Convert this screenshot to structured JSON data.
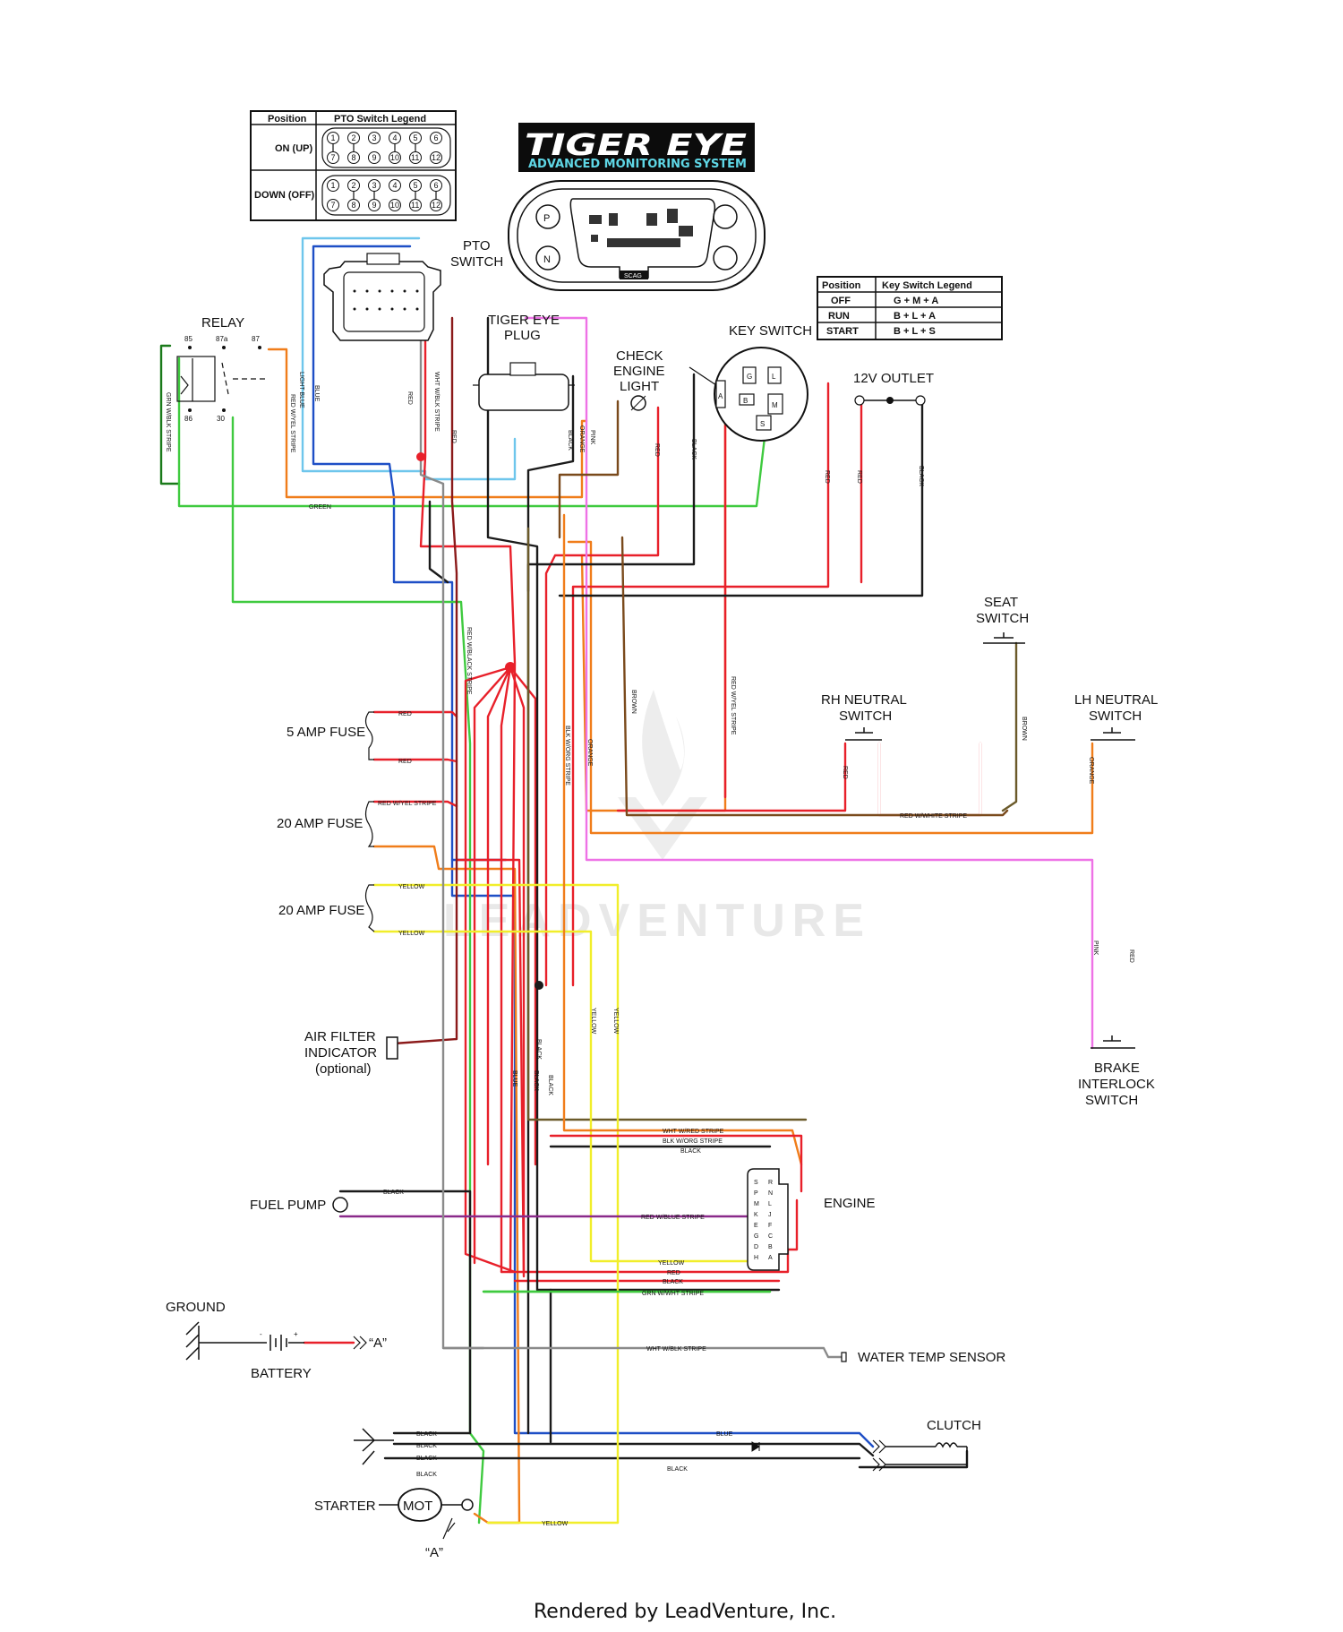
{
  "pto_legend": {
    "col_position": "Position",
    "col_title": "PTO Switch Legend",
    "rows": [
      {
        "label": "ON (UP)"
      },
      {
        "label": "DOWN (OFF)"
      }
    ],
    "pins_top": [
      "1",
      "2",
      "3",
      "4",
      "5",
      "6"
    ],
    "pins_bottom": [
      "7",
      "8",
      "9",
      "10",
      "11",
      "12"
    ]
  },
  "logo": {
    "title": "TIGER EYE",
    "subtitle": "ADVANCED MONITORING SYSTEM",
    "badge": "SCAG"
  },
  "key_legend": {
    "col_position": "Position",
    "col_title": "Key Switch Legend",
    "rows": [
      {
        "position": "OFF",
        "contacts": "G + M + A"
      },
      {
        "position": "RUN",
        "contacts": "B + L + A"
      },
      {
        "position": "START",
        "contacts": "B + L + S"
      }
    ]
  },
  "components": {
    "relay": "RELAY",
    "relay_pins": [
      "85",
      "87a",
      "87",
      "86",
      "30"
    ],
    "pto_switch": [
      "PTO",
      "SWITCH"
    ],
    "tiger_eye_plug": [
      "TIGER EYE",
      "PLUG"
    ],
    "check_engine_light": [
      "CHECK",
      "ENGINE",
      "LIGHT"
    ],
    "key_switch": "KEY SWITCH",
    "key_terminals": [
      "G",
      "L",
      "A",
      "B",
      "M",
      "S"
    ],
    "outlet": "12V OUTLET",
    "seat_switch": [
      "SEAT",
      "SWITCH"
    ],
    "rh_neutral": [
      "RH NEUTRAL",
      "SWITCH"
    ],
    "lh_neutral": [
      "LH NEUTRAL",
      "SWITCH"
    ],
    "fuse_5": "5 AMP FUSE",
    "fuse_20a": "20 AMP FUSE",
    "fuse_20b": "20 AMP FUSE",
    "air_filter": [
      "AIR FILTER",
      "INDICATOR",
      "(optional)"
    ],
    "brake_interlock": [
      "BRAKE",
      "INTERLOCK",
      "SWITCH"
    ],
    "engine": "ENGINE",
    "fuel_pump": "FUEL PUMP",
    "ground": "GROUND",
    "battery": "BATTERY",
    "battery_ref": "“A”",
    "water_temp": "WATER TEMP SENSOR",
    "clutch": "CLUTCH",
    "starter": "STARTER",
    "starter_symbol": "MOT",
    "starter_ref": "“A”"
  },
  "wire_labels": {
    "grn_blk": "GRN W/BLK STRIPE",
    "light_blue": "LIGHT BLUE",
    "blue": "BLUE",
    "red_yel": "RED W/YEL STRIPE",
    "red": "RED",
    "wht_blk": "WHT W/BLK STRIPE",
    "pink": "PINK",
    "orange": "ORANGE",
    "black": "BLACK",
    "green": "GREEN",
    "red_blk": "RED W/BLACK STRIPE",
    "brown": "BROWN",
    "red_white": "RED W/WHITE STRIPE",
    "blk_org": "BLK W/ORG STRIPE",
    "yellow": "YELLOW",
    "wht_red": "WHT W/RED STRIPE",
    "red_blue": "RED W/BLUE STRIPE",
    "grn_wht": "GRN W/WHT STRIPE"
  },
  "engine_pins": [
    "S",
    "R",
    "P",
    "N",
    "M",
    "L",
    "K",
    "J",
    "E",
    "F",
    "G",
    "C",
    "D",
    "B",
    "H",
    "A"
  ],
  "colors": {
    "red": "#e8202a",
    "black": "#1a1a1a",
    "blue": "#1e4fc6",
    "light_blue": "#6ec6ec",
    "green": "#3fca3f",
    "orange": "#f07d1a",
    "yellow": "#f1ee2a",
    "pink": "#ee72e6",
    "brown": "#7a4a1c",
    "dark_red": "#8b1a1a",
    "purple": "#8a2a8a",
    "gray": "#8a8a8a",
    "olive": "#6b5a2a"
  },
  "watermark": "LEADVENTURE",
  "footer": "Rendered by LeadVenture, Inc."
}
